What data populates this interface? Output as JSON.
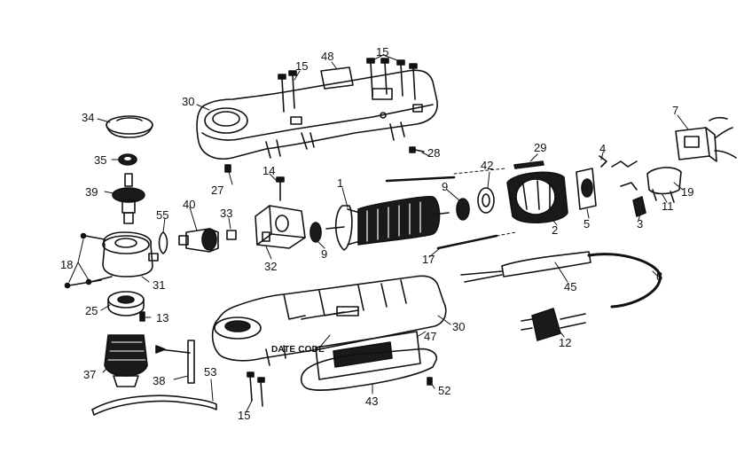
{
  "diagram": {
    "line_color": "#111111",
    "fill_dark": "#1a1a1a",
    "labels": {
      "p1": "1",
      "p2": "2",
      "p3": "3",
      "p4": "4",
      "p5": "5",
      "p7": "7",
      "p8": "8",
      "p9a": "9",
      "p9b": "9",
      "p11": "11",
      "p12": "12",
      "p13": "13",
      "p14": "14",
      "p15a": "15",
      "p15b": "15",
      "p15c": "15",
      "p17": "17",
      "p18": "18",
      "p19": "19",
      "p25": "25",
      "p27": "27",
      "p28": "28",
      "p29": "29",
      "p30a": "30",
      "p30b": "30",
      "p31": "31",
      "p32": "32",
      "p33": "33",
      "p34": "34",
      "p35": "35",
      "p37": "37",
      "p38": "38",
      "p39": "39",
      "p40": "40",
      "p42": "42",
      "p43": "43",
      "p45": "45",
      "p47": "47",
      "p48": "48",
      "p52": "52",
      "p53": "53",
      "p55": "55",
      "date_code": "DATE CODE"
    }
  }
}
